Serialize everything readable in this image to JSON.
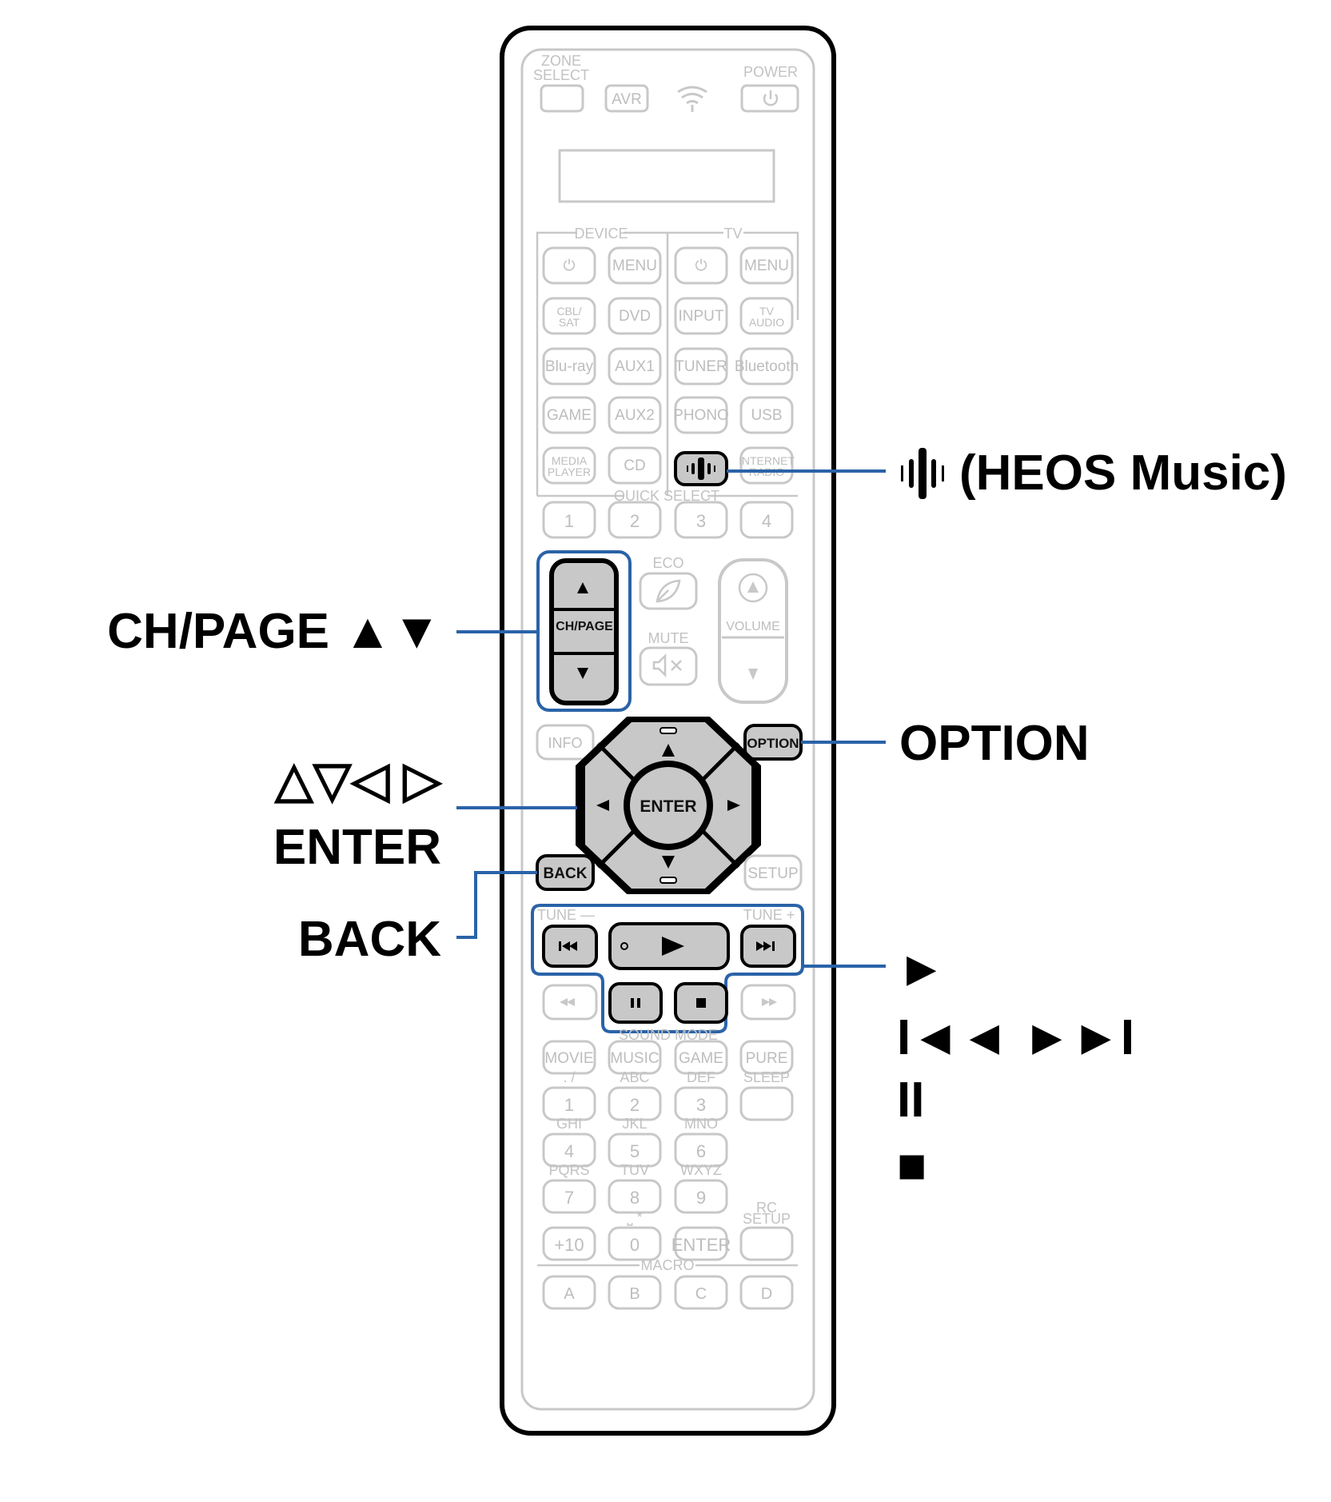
{
  "remote": {
    "top": {
      "zone_select": "ZONE\nSELECT",
      "zone_select_l1": "ZONE",
      "zone_select_l2": "SELECT",
      "avr": "AVR",
      "power": "POWER"
    },
    "device_header": "DEVICE",
    "tv_header": "TV",
    "source_rows": [
      [
        "⏻",
        "MENU",
        "⏻",
        "MENU"
      ],
      [
        "CBL/ SAT",
        "DVD",
        "INPUT",
        "TV AUDIO"
      ],
      [
        "Blu-ray",
        "AUX1",
        "TUNER",
        "Bluetooth"
      ],
      [
        "GAME",
        "AUX2",
        "PHONO",
        "USB"
      ],
      [
        "MEDIA PLAYER",
        "CD",
        "",
        "INTERNET RADIO"
      ]
    ],
    "quick_select_header": "QUICK SELECT",
    "quick_select": [
      "1",
      "2",
      "3",
      "4"
    ],
    "eco": "ECO",
    "mute": "MUTE",
    "volume": "VOLUME",
    "ch_page": "CH/PAGE",
    "info": "INFO",
    "option": "OPTION",
    "enter": "ENTER",
    "back": "BACK",
    "setup": "SETUP",
    "tune_minus": "TUNE —",
    "tune_plus": "TUNE +",
    "sound_mode_header": "SOUND MODE",
    "sound_modes": [
      "MOVIE",
      "MUSIC",
      "GAME",
      "PURE"
    ],
    "keypad_letters": [
      ". /",
      "ABC",
      "DEF",
      "SLEEP",
      "GHI",
      "JKL",
      "MNO",
      "PQRS",
      "TUV",
      "WXYZ",
      "⎵ *",
      "RC SETUP"
    ],
    "keypad_digits": [
      "1",
      "2",
      "3",
      "4",
      "5",
      "6",
      "7",
      "8",
      "9",
      "+10",
      "0",
      "ENTER"
    ],
    "macro_header": "MACRO",
    "macro": [
      "A",
      "B",
      "C",
      "D"
    ]
  },
  "callouts": {
    "heos": "(HEOS Music)",
    "ch_page": "CH/PAGE ▲▼",
    "option": "OPTION",
    "cursor_symbols": "△▽◁ ▷",
    "enter": "ENTER",
    "back": "BACK",
    "play": "►",
    "skip": "I◄◄ ►►I",
    "pause": "II",
    "stop": "■"
  },
  "colors": {
    "callout_line": "#2a63a8",
    "highlight_fill": "#c8c8c8",
    "inactive_outline": "#c8c8c8",
    "remote_outline": "#000000"
  }
}
